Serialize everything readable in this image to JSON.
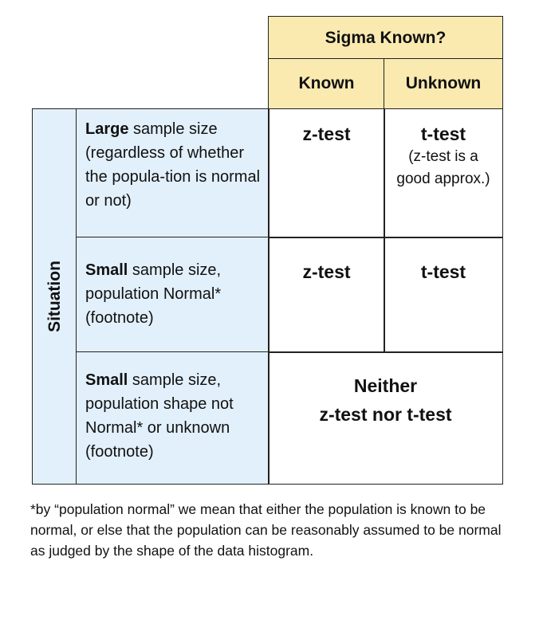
{
  "header": {
    "group": "Sigma Known?",
    "known": "Known",
    "unknown": "Unknown"
  },
  "side_label": "Situation",
  "rows": [
    {
      "bold": "Large",
      "text": " sample size (regardless of whether the popula-tion is normal or not)",
      "known": "z-test",
      "unknown": "t-test",
      "unknown_note": "(z-test is a good approx.)"
    },
    {
      "bold": "Small",
      "text": " sample size, population Normal* (footnote)",
      "known": "z-test",
      "unknown": "t-test"
    },
    {
      "bold": "Small",
      "text": " sample size, population shape not Normal* or unknown (footnote)",
      "merged_line1": "Neither",
      "merged_line2": "z-test nor t-test"
    }
  ],
  "footnote": "*by “population normal” we mean that either the population is known to be normal, or else that the population can be reasonably assumed to be normal as judged by the shape of the data histogram."
}
